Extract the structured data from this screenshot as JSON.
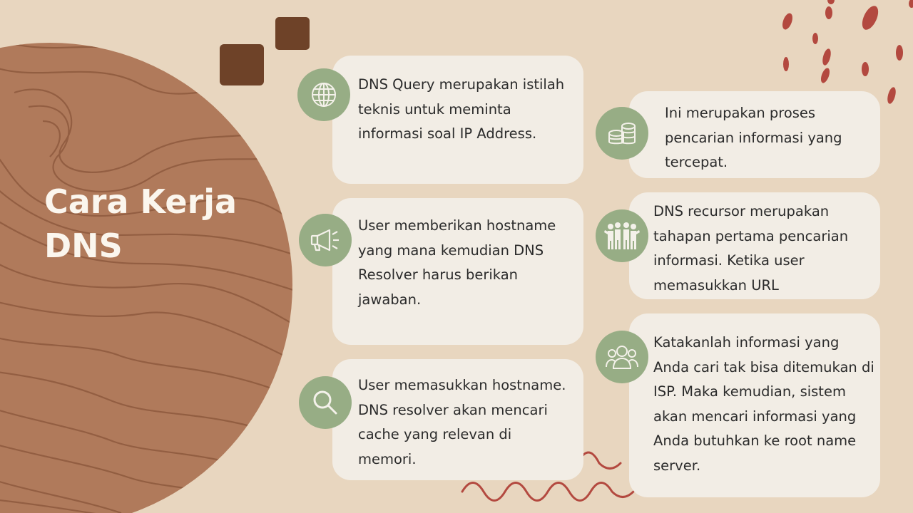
{
  "slide": {
    "title_line1": "Cara Kerja",
    "title_line2": "DNS"
  },
  "cards": [
    {
      "icon": "globe-icon",
      "text": "DNS Query merupakan istilah teknis untuk meminta informasi soal IP Address."
    },
    {
      "icon": "megaphone-icon",
      "text": "User memberikan hostname yang mana kemudian DNS Resolver harus berikan jawaban."
    },
    {
      "icon": "search-icon",
      "text": "User memasukkan hostname. DNS resolver akan mencari cache yang relevan di memori."
    },
    {
      "icon": "coins-stack-icon",
      "text": "Ini merupakan proses pencarian informasi yang tercepat."
    },
    {
      "icon": "people-group-icon",
      "text": "DNS recursor merupakan tahapan pertama pencarian informasi. Ketika user memasukkan URL"
    },
    {
      "icon": "users-icon",
      "text": "Katakanlah informasi yang Anda cari tak bisa ditemukan di ISP. Maka kemudian, sistem akan mencari informasi yang Anda butuhkan ke root name server."
    }
  ],
  "colors": {
    "background": "#e8d6bf",
    "circle": "#b07a5b",
    "card": "#f2ede5",
    "icon_circle": "#97ad85",
    "accent_dots": "#b3493f",
    "squares": "#6e4228"
  }
}
